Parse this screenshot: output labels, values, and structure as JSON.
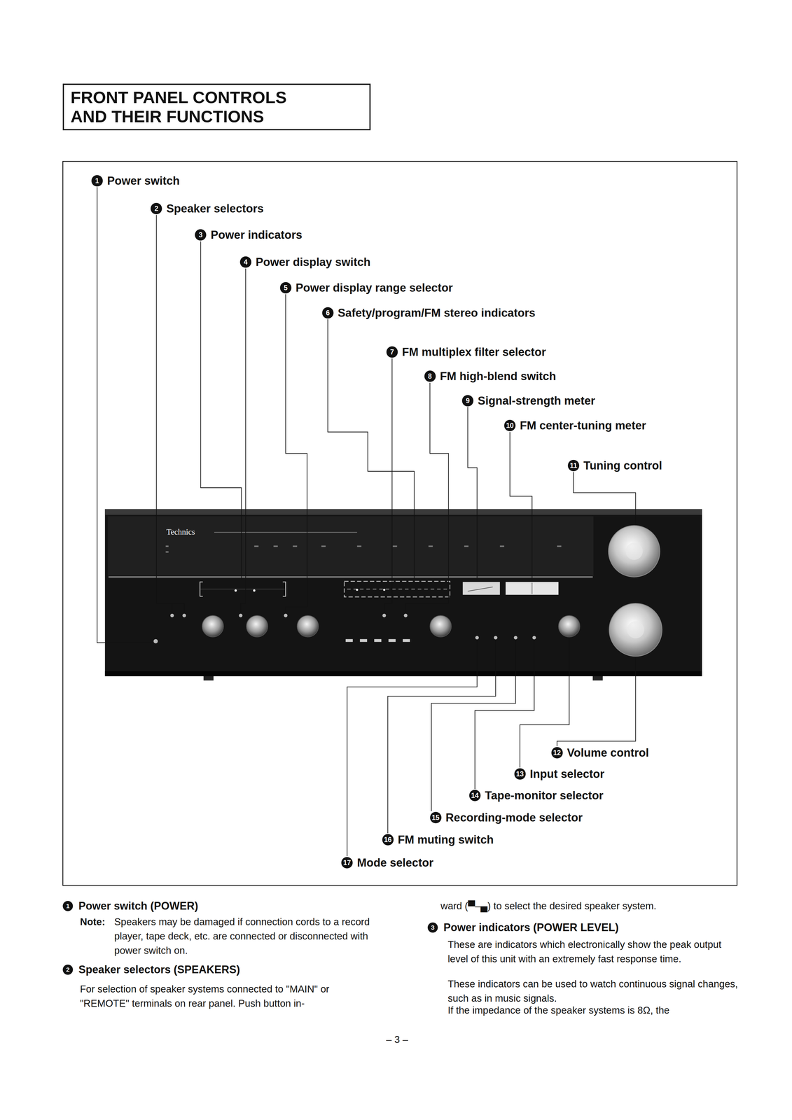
{
  "diagram": {
    "title": "FRONT PANEL CONTROLS AND THEIR FUNCTIONS",
    "labels": [
      "1",
      "Power switch",
      "2",
      "Speaker selectors",
      "3",
      "Power indicators",
      "4",
      "Power display switch",
      "5",
      "Power display range selector",
      "6",
      "Safety/program/FM stereo indicators",
      "7",
      "FM multiplex filter selector",
      "8",
      "FM high-blend switch",
      "9",
      "Signal-strength meter",
      "10",
      "FM center-tuning meter",
      "11",
      "Tuning control",
      "12",
      "Volume control",
      "13",
      "Input selector",
      "14",
      "Tape-monitor selector",
      "15",
      "Recording-mode selector",
      "16",
      "FM muting switch",
      "17",
      "Mode selector",
      "Technics",
      "1",
      "Power switch (POWER)",
      "Note:",
      "Speakers may be damaged if connection cords to a record player, tape deck, etc. are connected or disconnected with power switch on.",
      "2",
      "Speaker selectors (SPEAKERS)",
      "For selection of speaker systems connected to \"MAIN\" or \"REMOTE\" terminals on rear panel. Push button in-",
      "ward (▀–▄) to select the desired speaker system.",
      "3",
      "Power indicators (POWER LEVEL)",
      "These are indicators which electronically show the peak output level of this unit with an extremely fast response time.",
      "These indicators can be used to watch continuous signal changes, such as in music signals.",
      "If the impedance of the speaker systems is 8Ω, the",
      "– 3 –"
    ]
  }
}
